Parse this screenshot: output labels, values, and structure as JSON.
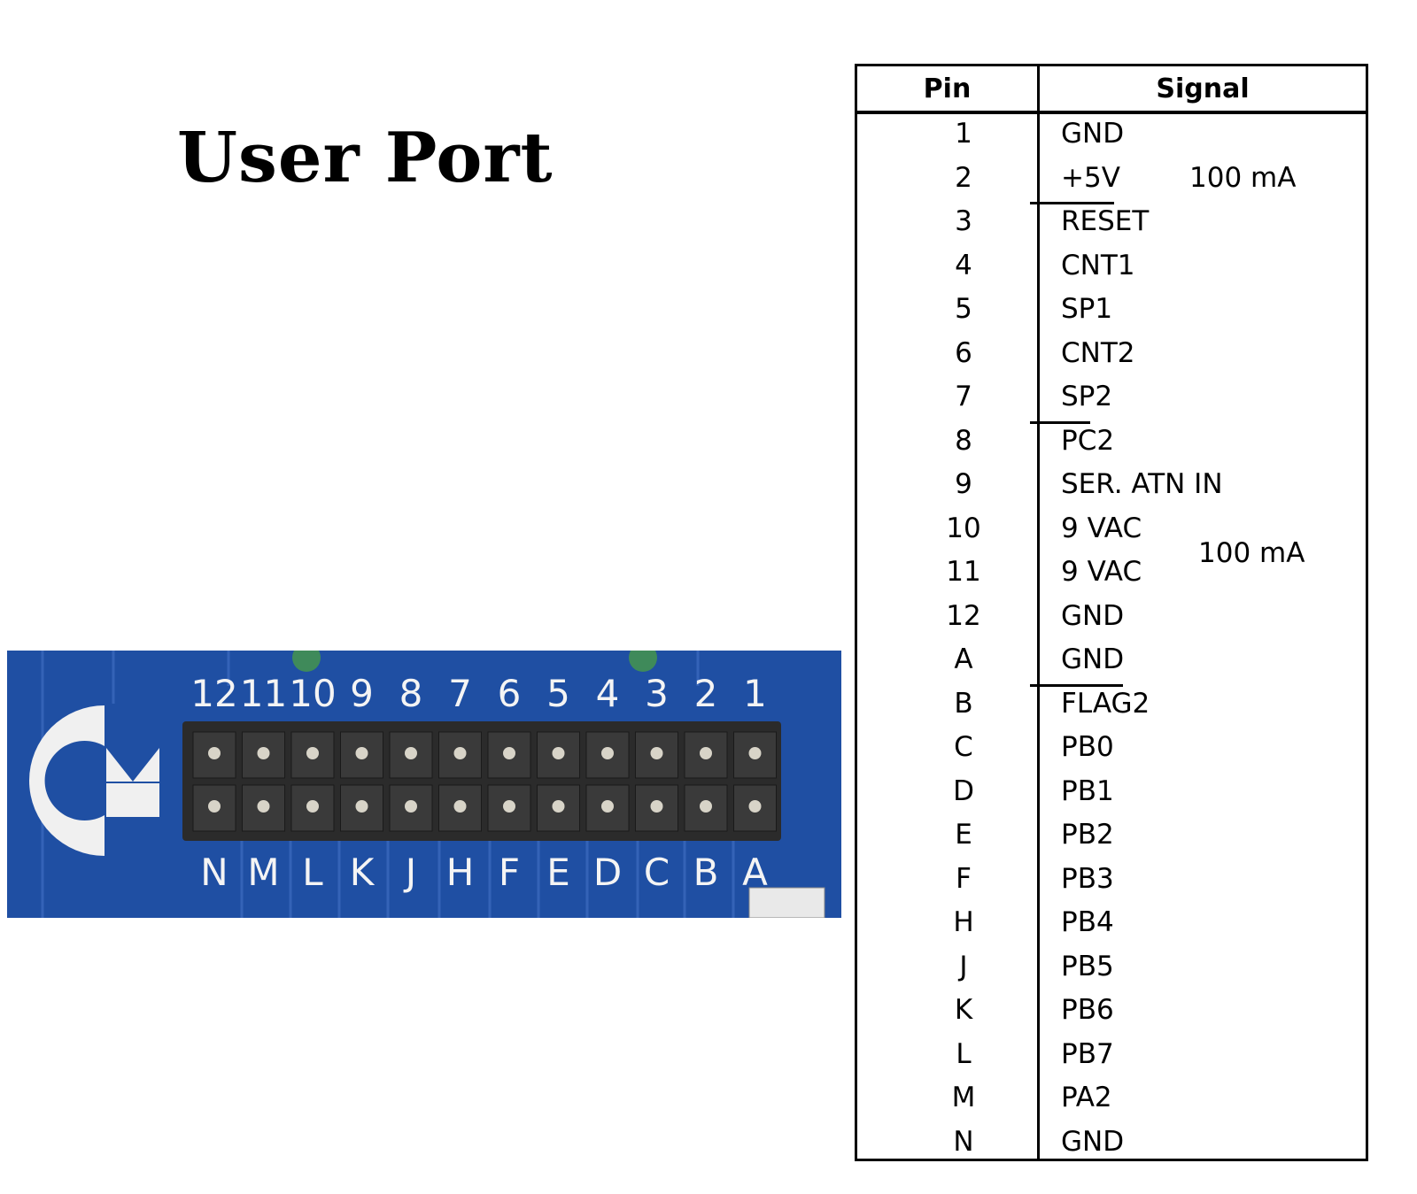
{
  "title": "User Port",
  "board": {
    "top_labels": [
      "12",
      "11",
      "10",
      "9",
      "8",
      "7",
      "6",
      "5",
      "4",
      "3",
      "2",
      "1"
    ],
    "bottom_labels": [
      "N",
      "M",
      "L",
      "K",
      "J",
      "H",
      "F",
      "E",
      "D",
      "C",
      "B",
      "A"
    ],
    "logo_icon": "commodore-logo-icon",
    "colors": {
      "board": "#1f4fa3",
      "header": "#2a2a2a",
      "pin": "#d8d4c8",
      "silkscreen": "#f4f4f4"
    }
  },
  "table": {
    "headers": {
      "pin": "Pin",
      "signal": "Signal"
    },
    "rows": [
      {
        "pin": "1",
        "signal": "GND",
        "note": ""
      },
      {
        "pin": "2",
        "signal": "+5V",
        "note": "100 mA"
      },
      {
        "pin": "3",
        "signal": "RESET",
        "note": ""
      },
      {
        "pin": "4",
        "signal": "CNT1",
        "note": ""
      },
      {
        "pin": "5",
        "signal": "SP1",
        "note": ""
      },
      {
        "pin": "6",
        "signal": "CNT2",
        "note": ""
      },
      {
        "pin": "7",
        "signal": "SP2",
        "note": ""
      },
      {
        "pin": "8",
        "signal": "PC2",
        "note": ""
      },
      {
        "pin": "9",
        "signal": "SER. ATN IN",
        "note": ""
      },
      {
        "pin": "10",
        "signal": "9 VAC",
        "note": ""
      },
      {
        "pin": "11",
        "signal": "9 VAC",
        "note": ""
      },
      {
        "pin": "12",
        "signal": "GND",
        "note": ""
      },
      {
        "pin": "A",
        "signal": "GND",
        "note": ""
      },
      {
        "pin": "B",
        "signal": "FLAG2",
        "note": ""
      },
      {
        "pin": "C",
        "signal": "PB0",
        "note": ""
      },
      {
        "pin": "D",
        "signal": "PB1",
        "note": ""
      },
      {
        "pin": "E",
        "signal": "PB2",
        "note": ""
      },
      {
        "pin": "F",
        "signal": "PB3",
        "note": ""
      },
      {
        "pin": "H",
        "signal": "PB4",
        "note": ""
      },
      {
        "pin": "J",
        "signal": "PB5",
        "note": ""
      },
      {
        "pin": "K",
        "signal": "PB6",
        "note": ""
      },
      {
        "pin": "L",
        "signal": "PB7",
        "note": ""
      },
      {
        "pin": "M",
        "signal": "PA2",
        "note": ""
      },
      {
        "pin": "N",
        "signal": "GND",
        "note": ""
      }
    ],
    "vac_note": "100 mA"
  }
}
